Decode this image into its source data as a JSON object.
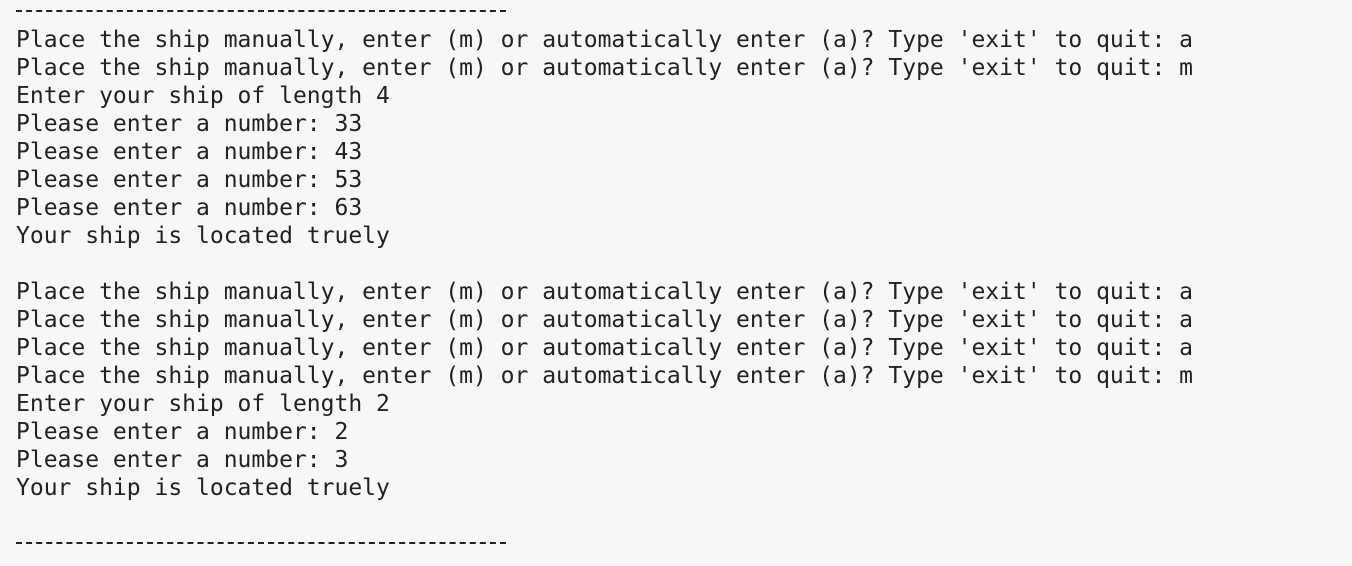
{
  "terminal": {
    "divider": "-----------------------------------",
    "lines": [
      "Place the ship manually, enter (m) or automatically enter (a)? Type 'exit' to quit: a",
      "Place the ship manually, enter (m) or automatically enter (a)? Type 'exit' to quit: m",
      "Enter your ship of length 4",
      "Please enter a number: 33",
      "Please enter a number: 43",
      "Please enter a number: 53",
      "Please enter a number: 63",
      "Your ship is located truely",
      "",
      "Place the ship manually, enter (m) or automatically enter (a)? Type 'exit' to quit: a",
      "Place the ship manually, enter (m) or automatically enter (a)? Type 'exit' to quit: a",
      "Place the ship manually, enter (m) or automatically enter (a)? Type 'exit' to quit: a",
      "Place the ship manually, enter (m) or automatically enter (a)? Type 'exit' to quit: m",
      "Enter your ship of length 2",
      "Please enter a number: 2",
      "Please enter a number: 3",
      "Your ship is located truely"
    ]
  }
}
